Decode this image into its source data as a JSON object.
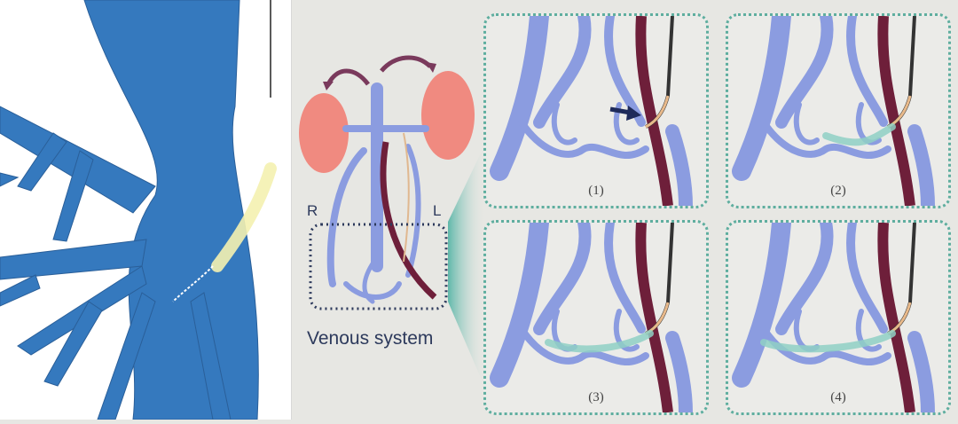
{
  "labels": {
    "right": "R",
    "left": "L"
  },
  "title": "Venous system",
  "panels": [
    {
      "caption": "(1)",
      "glue_level": 0,
      "arrow": true
    },
    {
      "caption": "(2)",
      "glue_level": 2,
      "arrow": false
    },
    {
      "caption": "(3)",
      "glue_level": 3,
      "arrow": false
    },
    {
      "caption": "(4)",
      "glue_level": 4,
      "arrow": false
    }
  ],
  "colors": {
    "vein": "#8b9ce0",
    "artery": "#6e1f3a",
    "glue": "#8fd0c4",
    "vessel_left": "#3579be",
    "kidney": "#f08a80",
    "border": "#5fae9f"
  }
}
